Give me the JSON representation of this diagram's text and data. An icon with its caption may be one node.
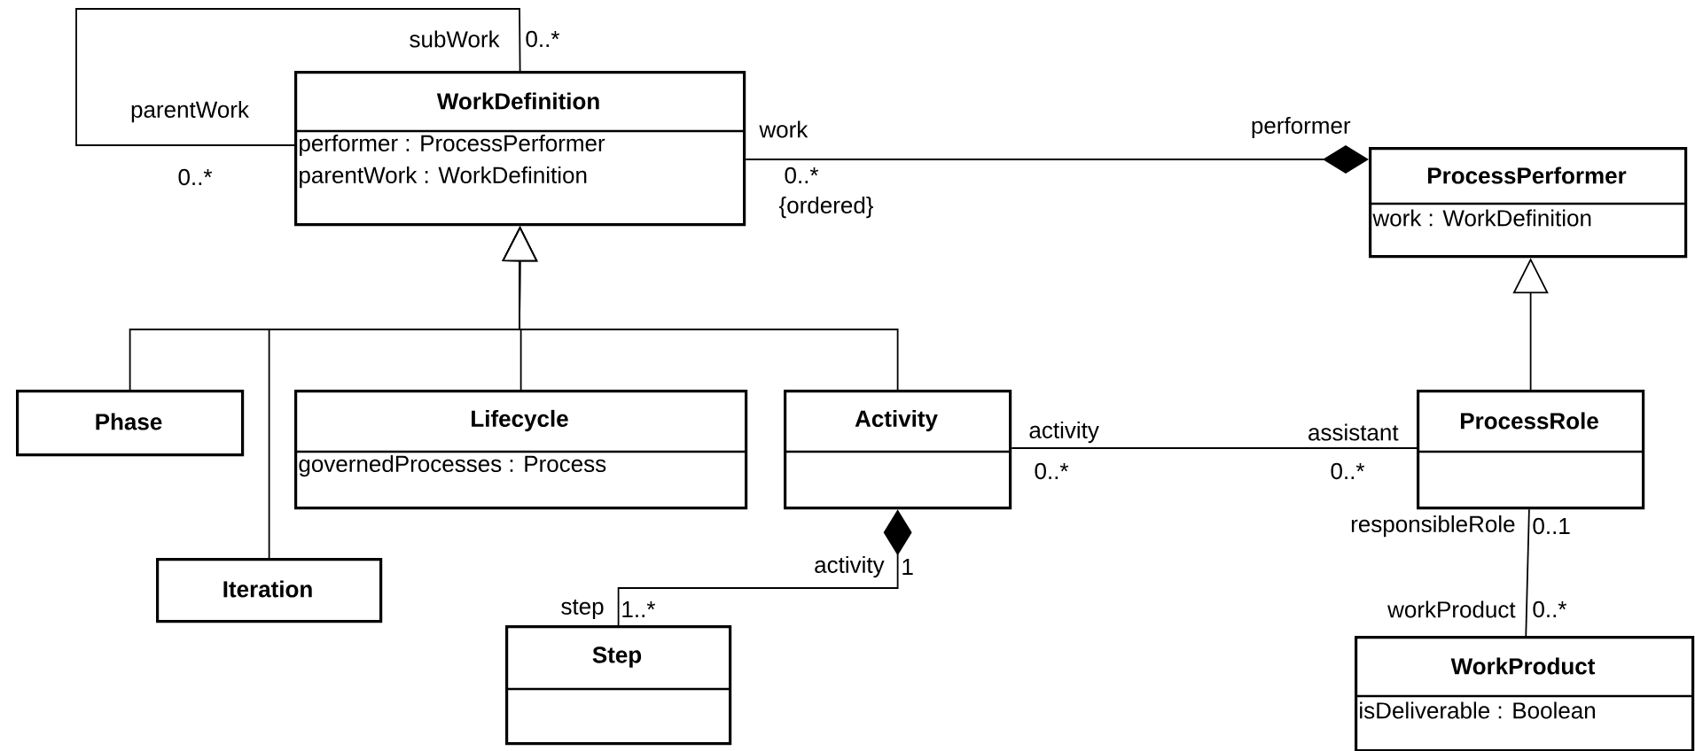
{
  "diagram": {
    "nodes": [
      {
        "text": [
          "WorkDefinition",
          "performer : ProcessPerformer",
          "parentWork : WorkDefinition"
        ]
      },
      {
        "text": [
          "ProcessPerformer",
          "work : WorkDefinition"
        ]
      },
      {
        "text": [
          "Phase"
        ]
      },
      {
        "text": [
          "Lifecycle",
          "governedProcesses : Process"
        ]
      },
      {
        "text": [
          "Activity"
        ]
      },
      {
        "text": [
          "ProcessRole"
        ]
      },
      {
        "text": [
          "Iteration"
        ]
      },
      {
        "text": [
          "Step"
        ]
      },
      {
        "text": [
          "WorkProduct",
          "isDeliverable : Boolean"
        ]
      }
    ],
    "edges": [
      {
        "from": 0,
        "to": 0,
        "arrow": "none"
      },
      {
        "from": 0,
        "to": 1,
        "arrow": "other"
      },
      {
        "from": 2,
        "to": 0,
        "arrow": "to"
      },
      {
        "from": 6,
        "to": 0,
        "arrow": "to"
      },
      {
        "from": 3,
        "to": 0,
        "arrow": "to"
      },
      {
        "from": 4,
        "to": 0,
        "arrow": "to"
      },
      {
        "from": 5,
        "to": 1,
        "arrow": "to"
      },
      {
        "from": 4,
        "to": 5,
        "arrow": "none"
      },
      {
        "from": 7,
        "to": 4,
        "arrow": "other"
      },
      {
        "from": 5,
        "to": 8,
        "arrow": "none"
      }
    ],
    "labels": [
      "subWork",
      "0..*",
      "parentWork",
      "0..*",
      "work",
      "performer",
      "0..*",
      "{ordered}",
      "activity",
      "assistant",
      "0..*",
      "0..*",
      "responsibleRole",
      "0..1",
      "activity",
      "1",
      "step",
      "1..*",
      "workProduct",
      "0..*"
    ]
  }
}
